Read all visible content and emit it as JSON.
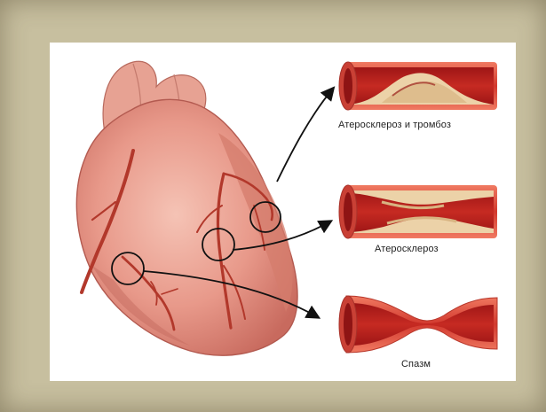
{
  "captions": {
    "thrombosis": "Атеросклероз и тромбоз",
    "atherosclerosis": "Атеросклероз",
    "spasm": "Спазм"
  },
  "colors": {
    "frame": "#c7bf9f",
    "heart": "#e79c8c",
    "artery": "#b83a2c",
    "vessel_wall": "#e25a48",
    "plaque": "#ecd2a8",
    "blood": "#b2201e"
  },
  "icons": [
    "heart-illustration",
    "artery-lesion-circle",
    "pointer-arrow"
  ]
}
